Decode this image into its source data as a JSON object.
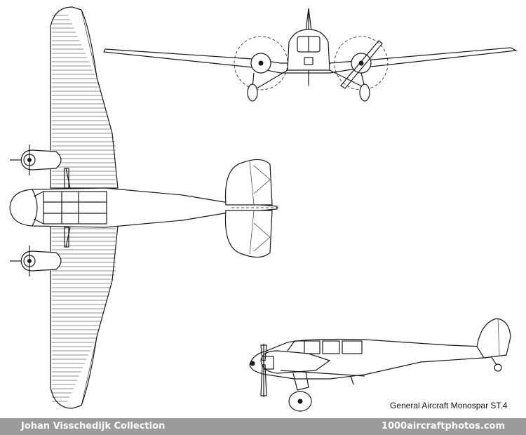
{
  "caption": "General Aircraft Monospar ST.4",
  "footer": {
    "left": "Johan Visschedijk Collection",
    "right": "1000aircraftphotos.com",
    "bar_color": "#9b9b9b"
  },
  "drawing": {
    "views": [
      "front-view",
      "top-view",
      "side-view"
    ],
    "line_color": "#1a1a1a"
  }
}
